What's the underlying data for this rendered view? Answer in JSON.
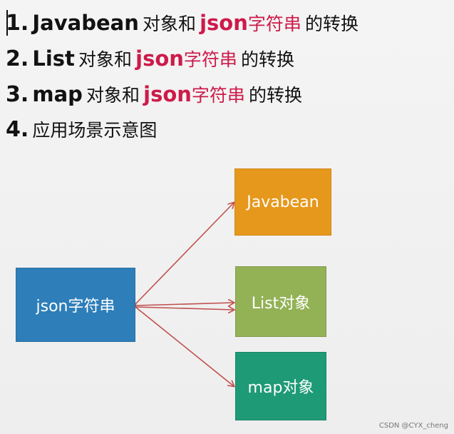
{
  "items": [
    {
      "num": "1.",
      "en": "Javabean",
      "mid": "对象和",
      "red_en": "json",
      "red_cn": "字符串",
      "tail": "的转换"
    },
    {
      "num": "2.",
      "en": "List",
      "mid": "对象和",
      "red_en": "json",
      "red_cn": "字符串",
      "tail": "的转换"
    },
    {
      "num": "3.",
      "en": "map",
      "mid": "对象和",
      "red_en": "json",
      "red_cn": "字符串",
      "tail": "的转换"
    },
    {
      "num": "4.",
      "tail": "应用场景示意图"
    }
  ],
  "diagram": {
    "source": "json字符串",
    "targets": [
      "Javabean",
      "List对象",
      "map对象"
    ]
  },
  "colors": {
    "accent_red": "#cc1b4a",
    "json_box": "#2d7eb9",
    "javabean_box": "#e6981c",
    "list_box": "#93b256",
    "map_box": "#1f9a76",
    "arrow": "#c0504d"
  },
  "watermark": "CSDN @CYX_cheng"
}
